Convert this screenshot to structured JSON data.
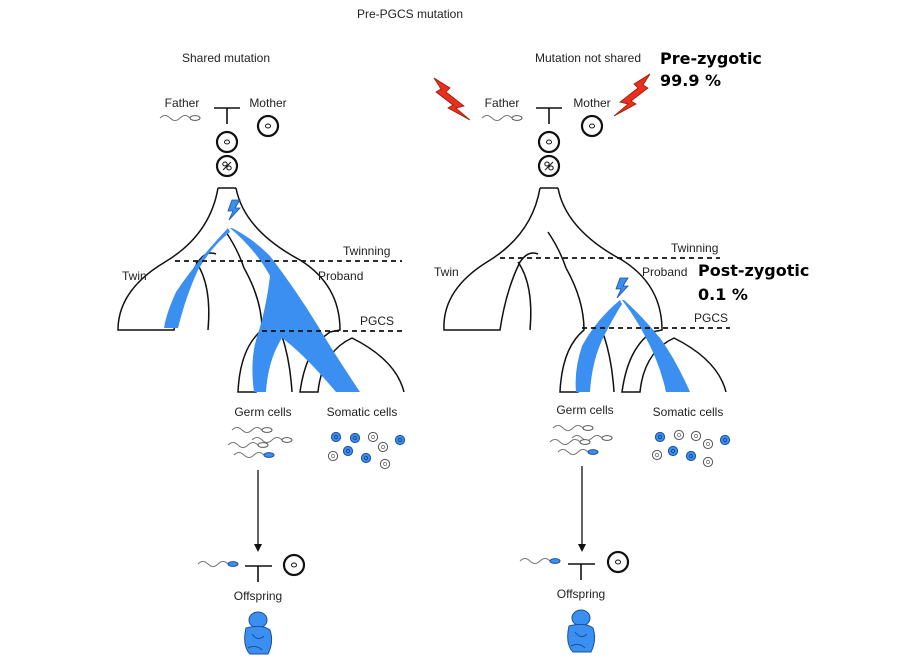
{
  "title": "Pre-PGCS mutation",
  "left_panel": {
    "heading": "Shared mutation",
    "father": "Father",
    "mother": "Mother",
    "twinning": "Twinning",
    "twin": "Twin",
    "proband": "Proband",
    "pgcs": "PGCS",
    "germ_cells": "Germ cells",
    "somatic_cells": "Somatic cells",
    "offspring": "Offspring"
  },
  "right_panel": {
    "heading": "Mutation not shared",
    "father": "Father",
    "mother": "Mother",
    "twinning": "Twinning",
    "twin": "Twin",
    "proband": "Proband",
    "pgcs": "PGCS",
    "germ_cells": "Germ cells",
    "somatic_cells": "Somatic cells",
    "offspring": "Offspring",
    "prezygotic_label": "Pre-zygotic",
    "prezygotic_value": "99.9 %",
    "postzygotic_label": "Post-zygotic",
    "postzygotic_value": "0.1 %"
  },
  "colors": {
    "mutation_blue": "#3b8ff0",
    "lightning_red": "#e8301c",
    "outline": "#111111"
  },
  "icons": [
    "lightning-icon",
    "sperm-icon",
    "egg-icon",
    "zygote-icon",
    "baby-icon"
  ]
}
